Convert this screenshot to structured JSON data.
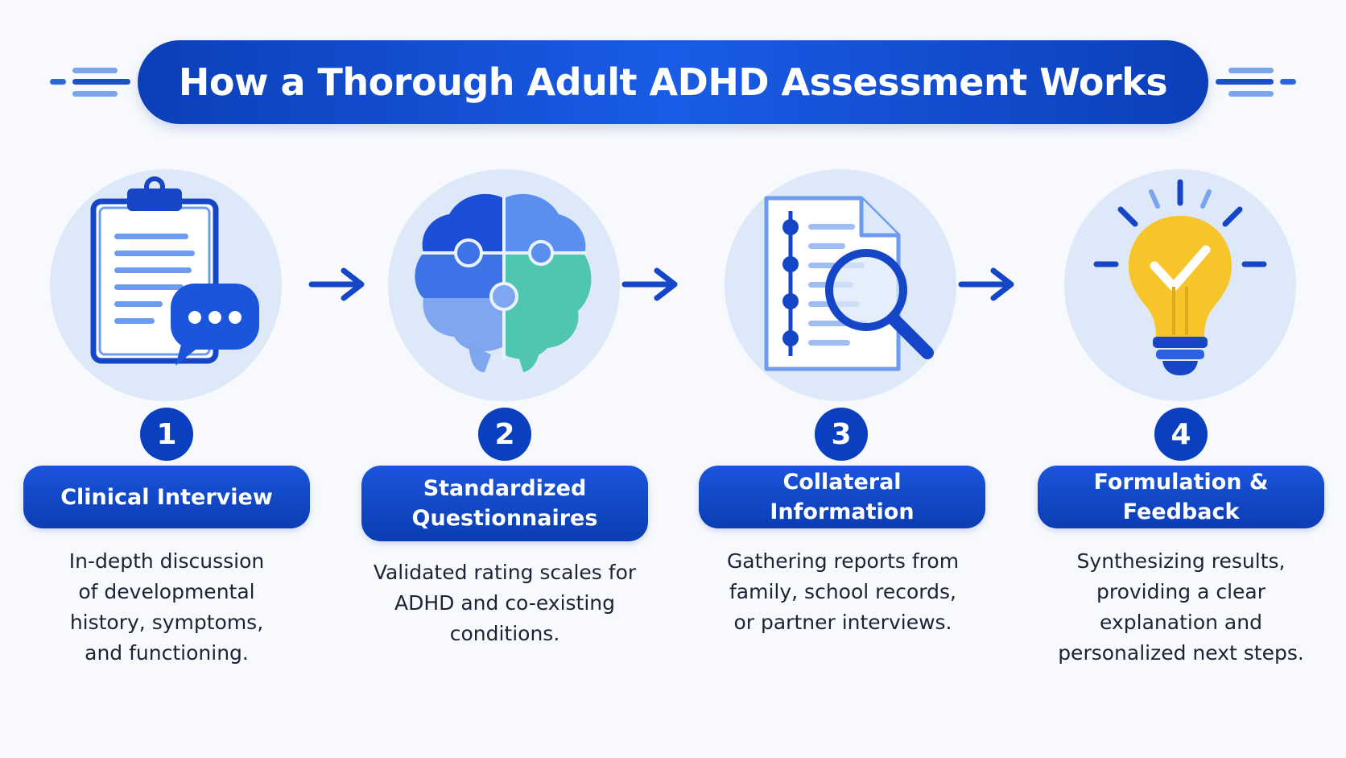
{
  "title": "How a Thorough Adult ADHD Assessment Works",
  "colors": {
    "primary": "#0b3fb8",
    "accent": "#1a5ce6",
    "circle_bg": "#dde9f8",
    "teal": "#4fc7b0",
    "bulb": "#f7c42a",
    "text": "#1c2336"
  },
  "steps": [
    {
      "number": "1",
      "label": "Clinical Interview",
      "description": "In-depth discussion of developmental history, symptoms, and functioning.",
      "icon": "clipboard-chat-icon"
    },
    {
      "number": "2",
      "label": "Standardized Questionnaires",
      "description": "Validated rating scales for ADHD and co-existing conditions.",
      "icon": "brain-puzzle-icon"
    },
    {
      "number": "3",
      "label": "Collateral Information",
      "description": "Gathering reports from family, school records, or partner interviews.",
      "icon": "document-magnifier-icon"
    },
    {
      "number": "4",
      "label": "Formulation & Feedback",
      "description": "Synthesizing results, providing a clear explanation and personalized next steps.",
      "icon": "lightbulb-check-icon"
    }
  ]
}
